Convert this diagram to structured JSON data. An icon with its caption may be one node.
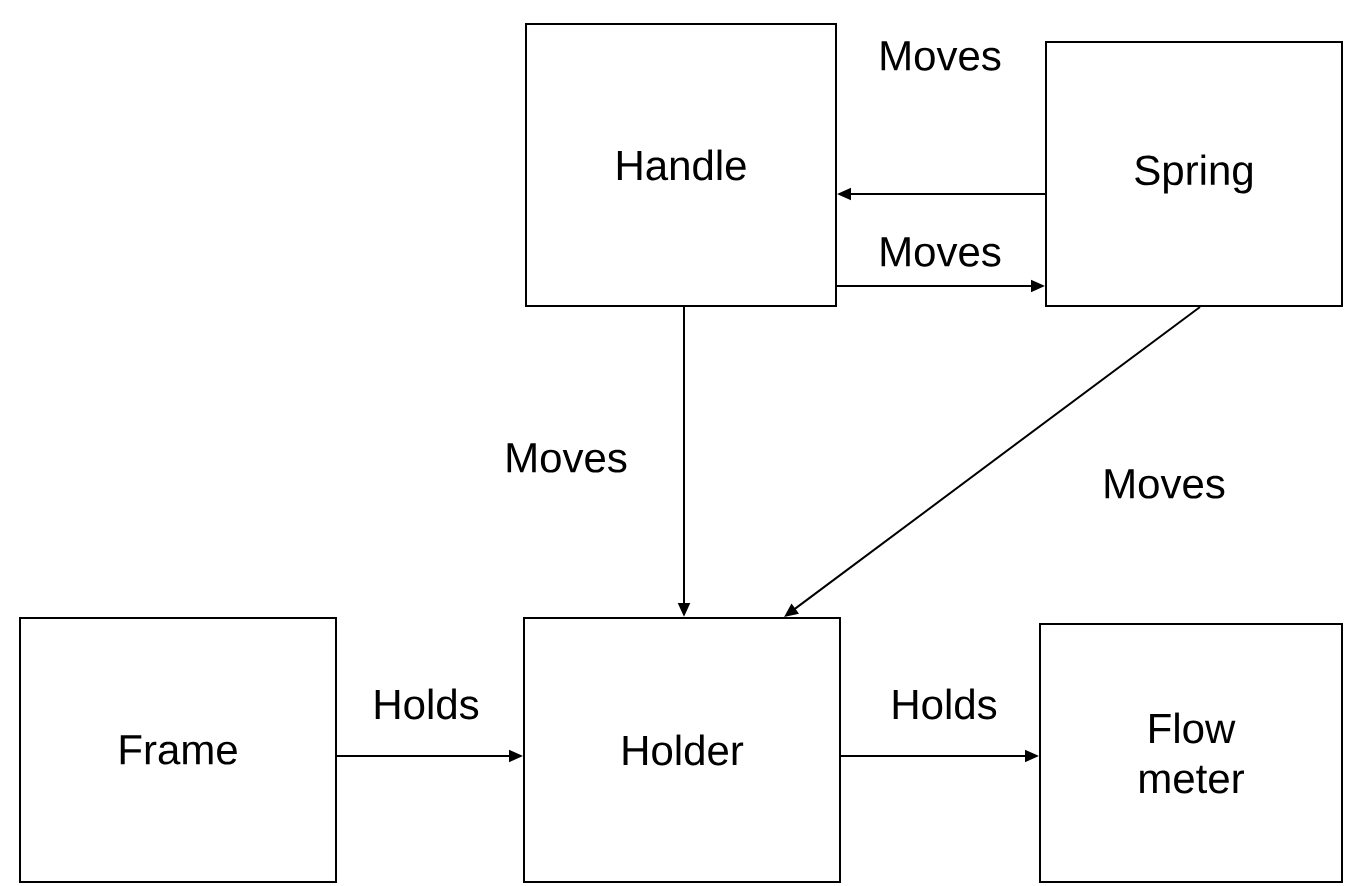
{
  "diagram": {
    "nodes": [
      {
        "text": [
          "Handle"
        ]
      },
      {
        "text": [
          "Spring"
        ]
      },
      {
        "text": [
          "Frame"
        ]
      },
      {
        "text": [
          "Holder"
        ]
      },
      {
        "text": [
          "Flow meter"
        ]
      }
    ],
    "edges": [
      {
        "from": 1,
        "to": 0,
        "arrow": "to",
        "label": "Moves"
      },
      {
        "from": 0,
        "to": 1,
        "arrow": "to",
        "label": "Moves"
      },
      {
        "from": 0,
        "to": 3,
        "arrow": "to",
        "label": "Moves"
      },
      {
        "from": 1,
        "to": 3,
        "arrow": "to",
        "label": "Moves"
      },
      {
        "from": 2,
        "to": 3,
        "arrow": "to",
        "label": "Holds"
      },
      {
        "from": 3,
        "to": 4,
        "arrow": "to",
        "label": "Holds"
      }
    ]
  }
}
